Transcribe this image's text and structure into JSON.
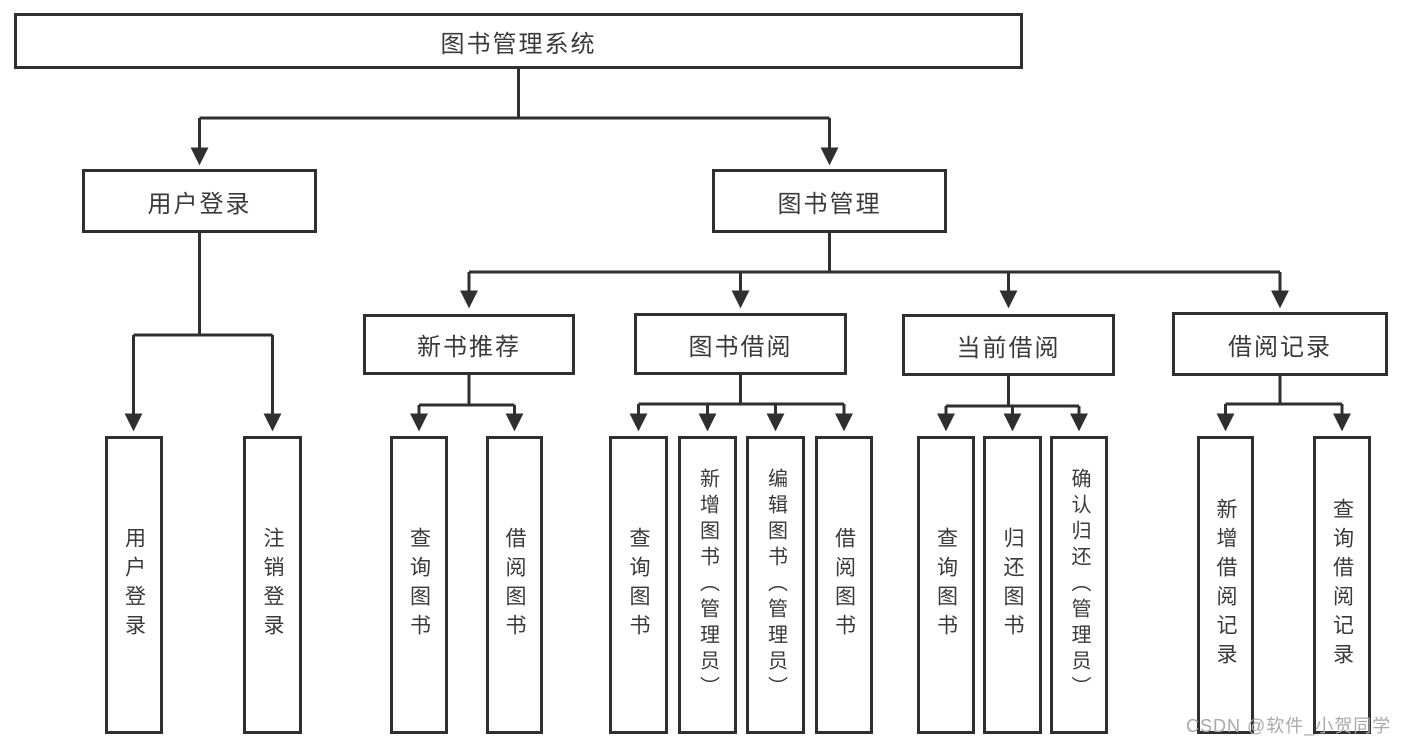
{
  "watermark": "CSDN @软件_小贺同学",
  "colors": {
    "line": "#2f2f2f",
    "box_border": "#2f2f2f",
    "text": "#3a3a3a",
    "watermark": "#a9a9a9",
    "background": "#ffffff"
  },
  "diagram": {
    "title": "图书管理系统",
    "children": [
      {
        "label": "用户登录",
        "children": [
          {
            "label": "用户登录"
          },
          {
            "label": "注销登录"
          }
        ]
      },
      {
        "label": "图书管理",
        "children": [
          {
            "label": "新书推荐",
            "children": [
              {
                "label": "查询图书"
              },
              {
                "label": "借阅图书"
              }
            ]
          },
          {
            "label": "图书借阅",
            "children": [
              {
                "label": "查询图书"
              },
              {
                "label": "新增图书（管理员）"
              },
              {
                "label": "编辑图书（管理员）"
              },
              {
                "label": "借阅图书"
              }
            ]
          },
          {
            "label": "当前借阅",
            "children": [
              {
                "label": "查询图书"
              },
              {
                "label": "归还图书"
              },
              {
                "label": "确认归还（管理员）"
              }
            ]
          },
          {
            "label": "借阅记录",
            "children": [
              {
                "label": "新增借阅记录"
              },
              {
                "label": "查询借阅记录"
              }
            ]
          }
        ]
      }
    ]
  }
}
